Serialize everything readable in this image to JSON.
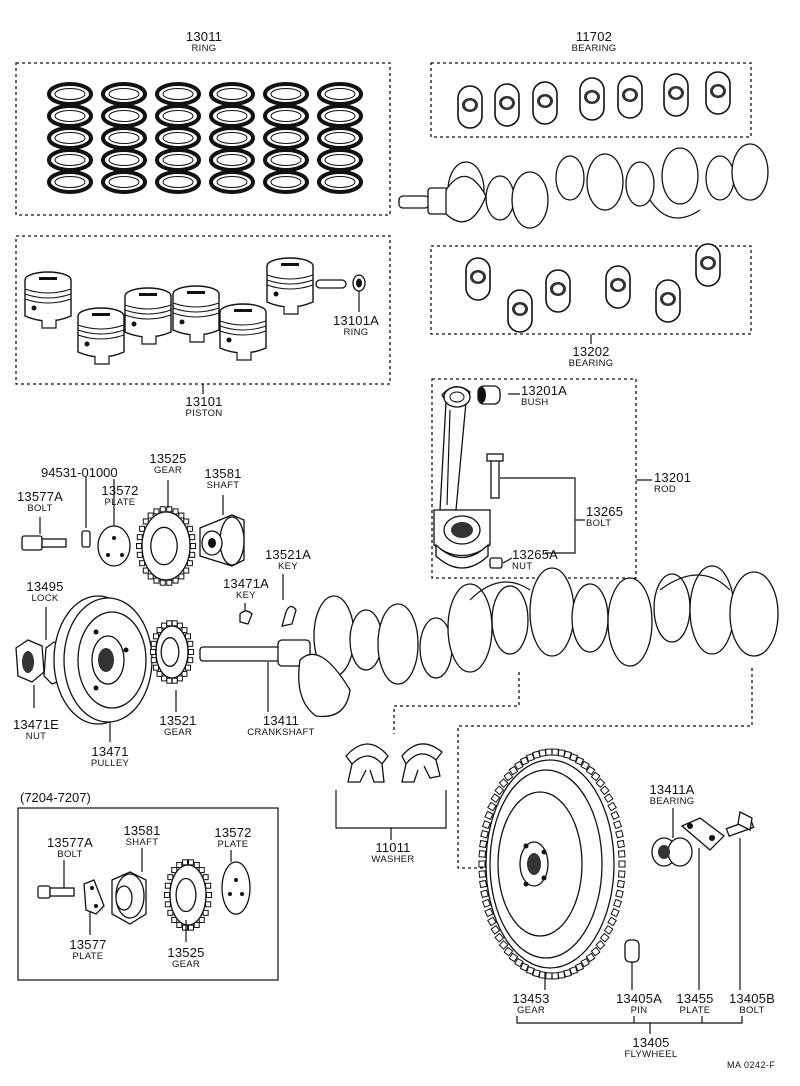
{
  "parts": {
    "p13011": {
      "num": "13011",
      "name": "RING"
    },
    "p11702": {
      "num": "11702",
      "name": "BEARING"
    },
    "p13101": {
      "num": "13101",
      "name": "PISTON"
    },
    "p13101A": {
      "num": "13101A",
      "name": "RING"
    },
    "p13202": {
      "num": "13202",
      "name": "BEARING"
    },
    "p13201A": {
      "num": "13201A",
      "name": "BUSH"
    },
    "p13201": {
      "num": "13201",
      "name": "ROD"
    },
    "p13265": {
      "num": "13265",
      "name": "BOLT"
    },
    "p13265A": {
      "num": "13265A",
      "name": "NUT"
    },
    "p94531": {
      "num": "94531-01000",
      "name": ""
    },
    "p13525": {
      "num": "13525",
      "name": "GEAR"
    },
    "p13581": {
      "num": "13581",
      "name": "SHAFT"
    },
    "p13577A": {
      "num": "13577A",
      "name": "BOLT"
    },
    "p13572": {
      "num": "13572",
      "name": "PLATE"
    },
    "p13521A": {
      "num": "13521A",
      "name": "KEY"
    },
    "p13471A": {
      "num": "13471A",
      "name": "KEY"
    },
    "p13495": {
      "num": "13495",
      "name": "LOCK"
    },
    "p13471E": {
      "num": "13471E",
      "name": "NUT"
    },
    "p13471": {
      "num": "13471",
      "name": "PULLEY"
    },
    "p13521": {
      "num": "13521",
      "name": "GEAR"
    },
    "p13411": {
      "num": "13411",
      "name": "CRANKSHAFT"
    },
    "p11011": {
      "num": "11011",
      "name": "WASHER"
    },
    "p13411A": {
      "num": "13411A",
      "name": "BEARING"
    },
    "p13453": {
      "num": "13453",
      "name": "GEAR"
    },
    "p13405A": {
      "num": "13405A",
      "name": "PIN"
    },
    "p13455": {
      "num": "13455",
      "name": "PLATE"
    },
    "p13405B": {
      "num": "13405B",
      "name": "BOLT"
    },
    "p13405": {
      "num": "13405",
      "name": "FLYWHEEL"
    }
  },
  "inset": {
    "range": "(7204-7207)",
    "p13577A": {
      "num": "13577A",
      "name": "BOLT"
    },
    "p13581": {
      "num": "13581",
      "name": "SHAFT"
    },
    "p13572": {
      "num": "13572",
      "name": "PLATE"
    },
    "p13577": {
      "num": "13577",
      "name": "PLATE"
    },
    "p13525": {
      "num": "13525",
      "name": "GEAR"
    }
  },
  "drawing_code": "MA 0242-F"
}
